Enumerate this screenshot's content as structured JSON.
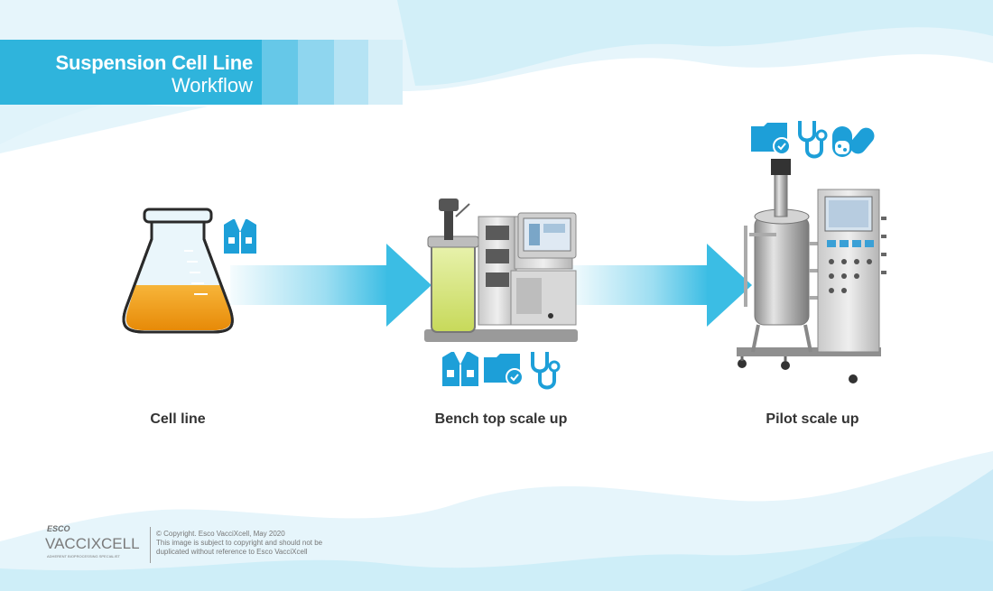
{
  "title": {
    "line1": "Suspension Cell Line",
    "line2": "Workflow"
  },
  "stages": [
    {
      "label": "Cell line"
    },
    {
      "label": "Bench top scale up"
    },
    {
      "label": "Pilot scale up"
    }
  ],
  "icons": {
    "cell_line": [
      "lab-coat-icon"
    ],
    "bench_top": [
      "lab-coat-icon",
      "folder-check-icon",
      "stethoscope-icon"
    ],
    "pilot": [
      "folder-check-icon",
      "stethoscope-icon",
      "pills-icon"
    ]
  },
  "footer": {
    "logo_top": "ESCO",
    "logo_main": "VACCIXCELL",
    "logo_tagline": "ADHERENT BIOPROCESSING SPECIALIST",
    "copyright": "© Copyright. Esco VacciXcell, May 2020",
    "notice_line1": "This image is subject to copyright and should not be",
    "notice_line2": "duplicated without reference to Esco VacciXcell"
  },
  "colors": {
    "accent": "#2fb4dc",
    "icon": "#1d9fd8",
    "arrow": "#3bbde4",
    "liquid": "#f2990e"
  }
}
